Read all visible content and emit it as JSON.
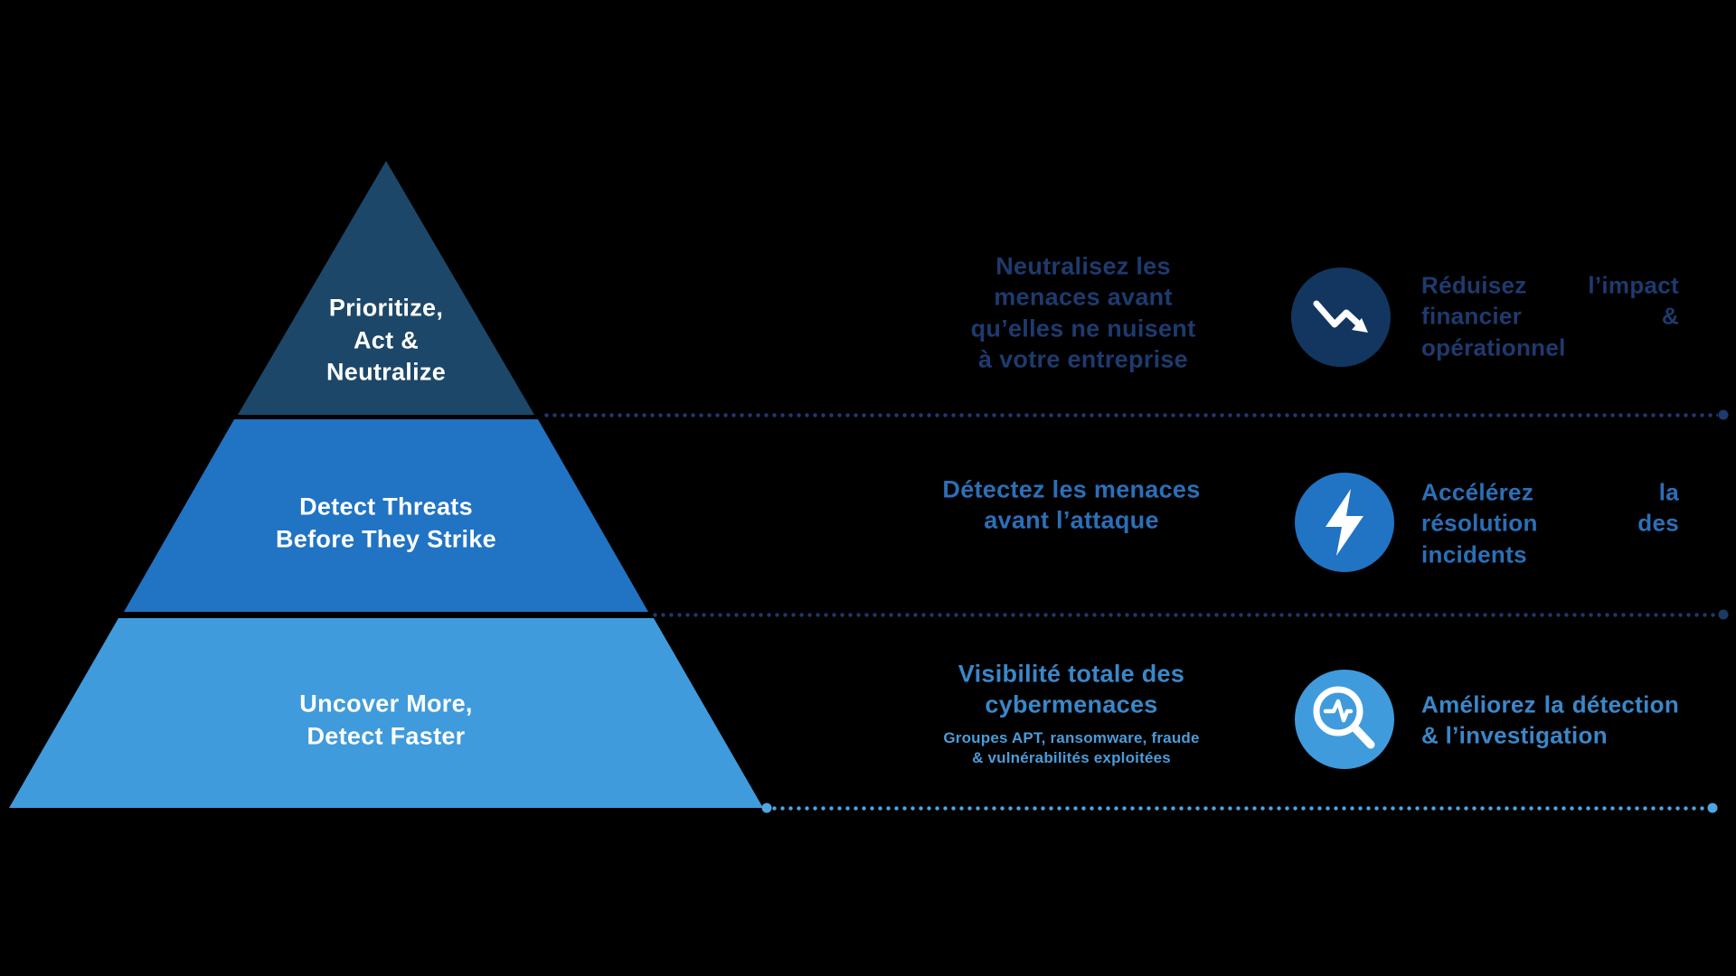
{
  "background": "#000000",
  "pyramid": {
    "tiers": [
      {
        "label": "Prioritize,\nAct &\nNeutralize",
        "color": "#1D4768"
      },
      {
        "label": "Detect Threats\nBefore They Strike",
        "color": "#2173C4"
      },
      {
        "label": "Uncover More,\nDetect Faster",
        "color": "#3F9BDC"
      }
    ]
  },
  "rows": [
    {
      "benefit": "Neutralisez les\nmenaces avant\nqu’elles ne nuisent\nà votre entreprise",
      "outcome": "Réduisez l’impact financier & opérationnel",
      "icon": "trend-down-icon",
      "accent": "#1E3A6E",
      "icon_bg": "#12365F",
      "line_color": "#1E3A6E"
    },
    {
      "benefit": "Détectez les menaces\navant l’attaque",
      "outcome": "Accélérez la résolution des incidents",
      "icon": "lightning-icon",
      "accent": "#2B6FB8",
      "icon_bg": "#2173C4",
      "line_color": "#1C3A66"
    },
    {
      "benefit": "Visibilité totale des\ncybermenaces",
      "benefit_sub": "Groupes APT, ransomware, fraude\n& vulnérabilités exploitées",
      "sub_color": "#4C9BD8",
      "outcome": "Améliorez la détection & l’investigation",
      "icon": "magnifier-pulse-icon",
      "accent": "#3A87C9",
      "icon_bg": "#3F9BDC",
      "line_color": "#4FA5E2"
    }
  ]
}
